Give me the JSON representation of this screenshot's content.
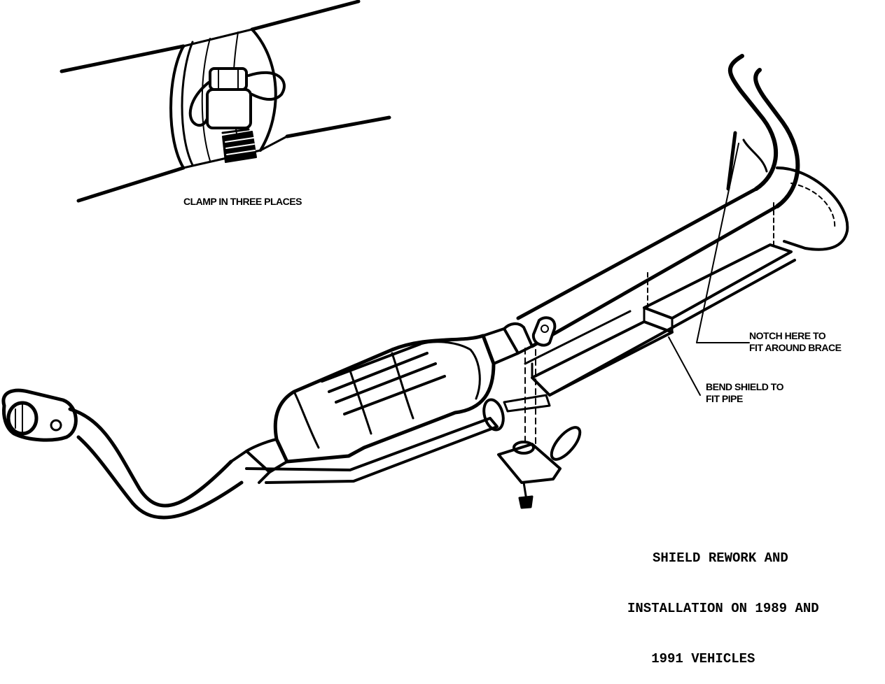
{
  "labels": {
    "clamp": "CLAMP IN THREE PLACES",
    "notch": [
      "NOTCH HERE TO",
      "FIT AROUND BRACE"
    ],
    "bend": [
      "BEND SHIELD TO",
      "FIT PIPE"
    ]
  },
  "caption": [
    "SHIELD REWORK AND",
    "INSTALLATION ON 1989 AND",
    "   1991 VEHICLES"
  ],
  "colors": {
    "ink": "#000000",
    "paper": "#ffffff"
  }
}
